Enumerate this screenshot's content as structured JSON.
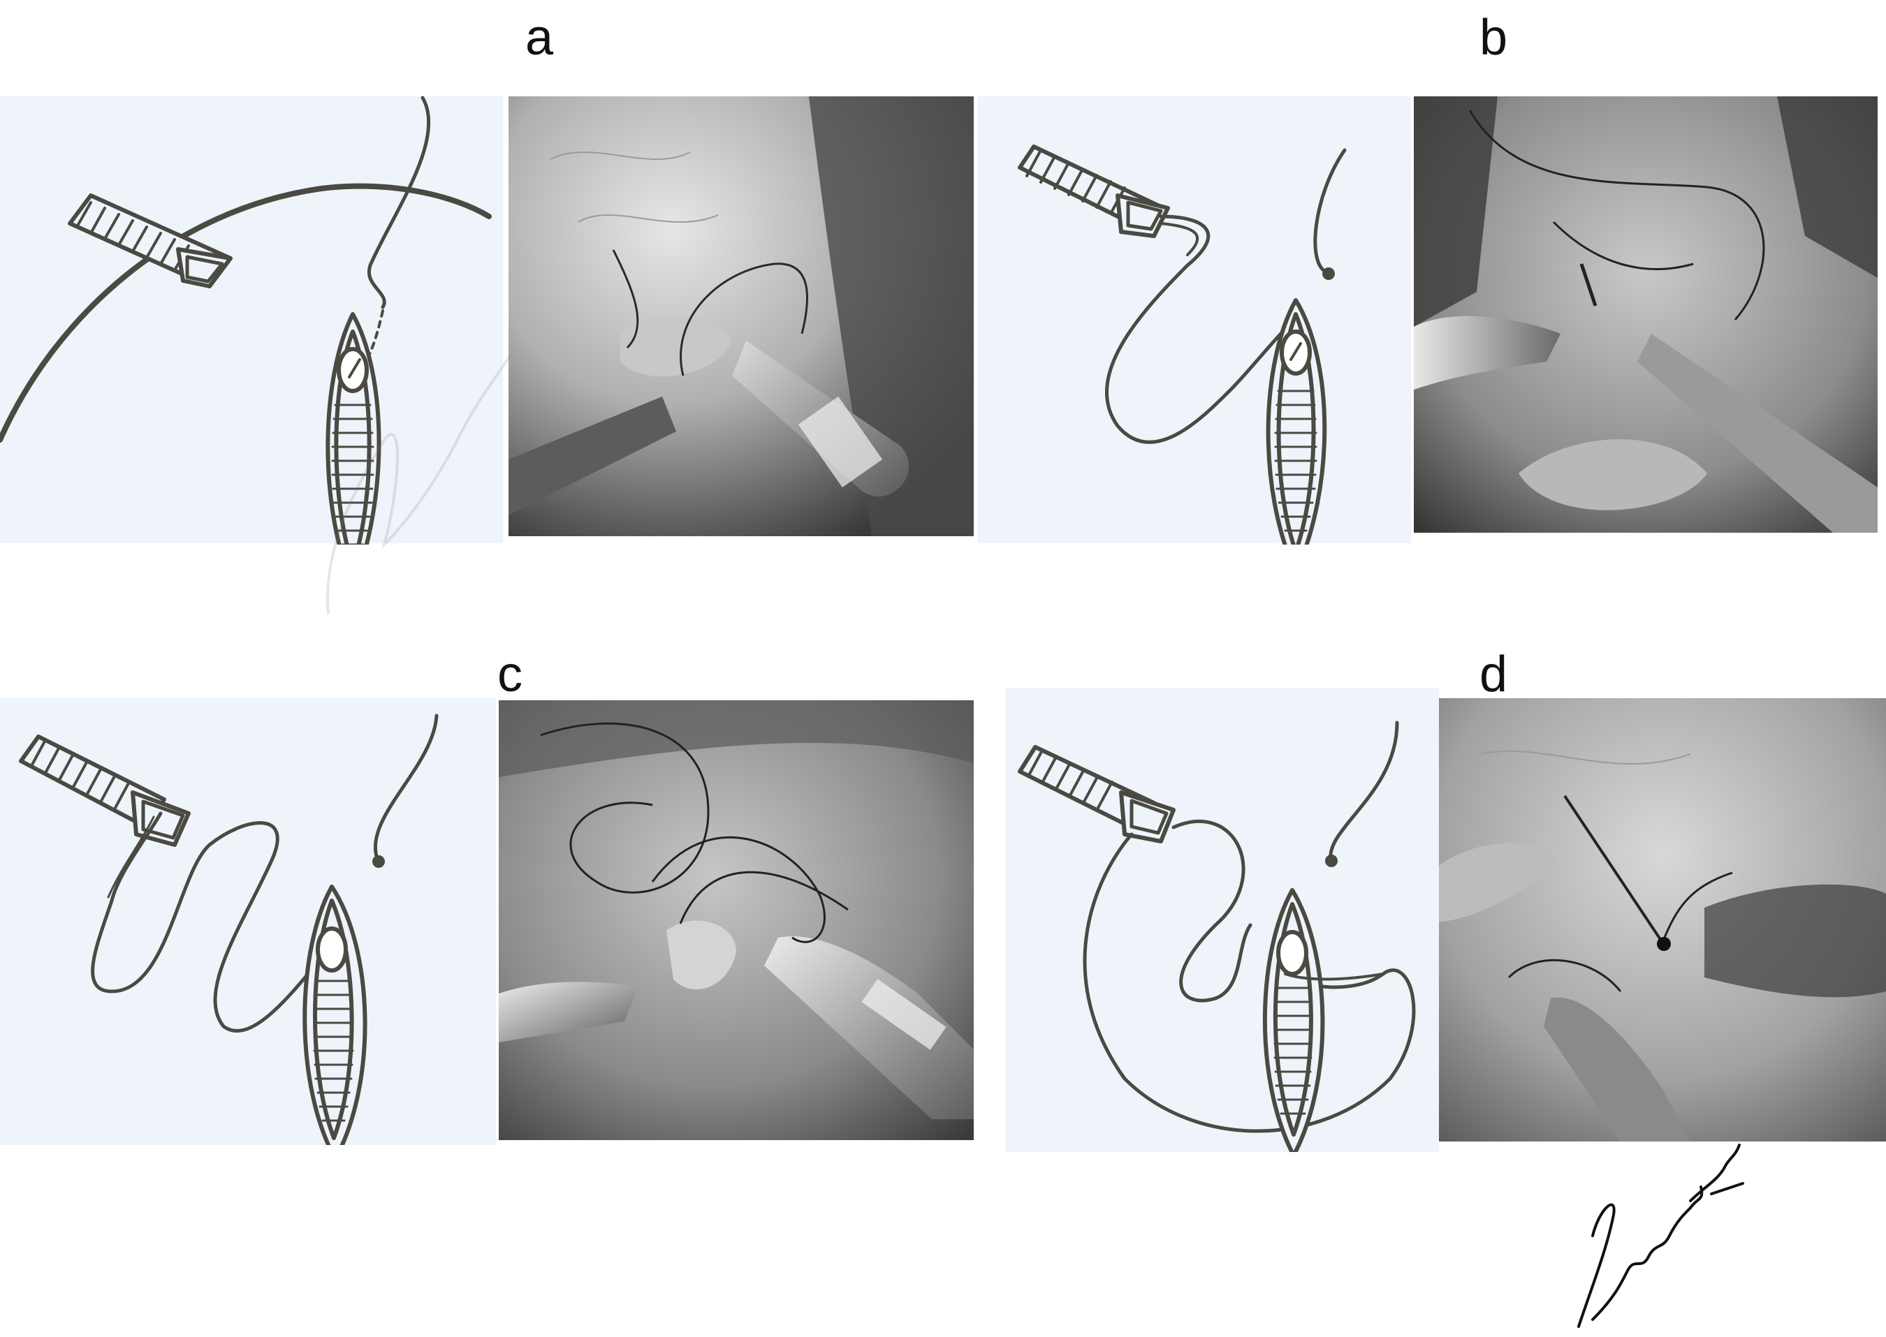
{
  "panels": [
    {
      "id": "a",
      "label": "a"
    },
    {
      "id": "b",
      "label": "b"
    },
    {
      "id": "c",
      "label": "c"
    },
    {
      "id": "d",
      "label": "d"
    }
  ],
  "watermark": {
    "signature": "Leticia Sato"
  },
  "colors": {
    "sketch_background": "#eef4fa",
    "ink": "#4a4a42",
    "photo_tone": "#8a8a8a"
  }
}
